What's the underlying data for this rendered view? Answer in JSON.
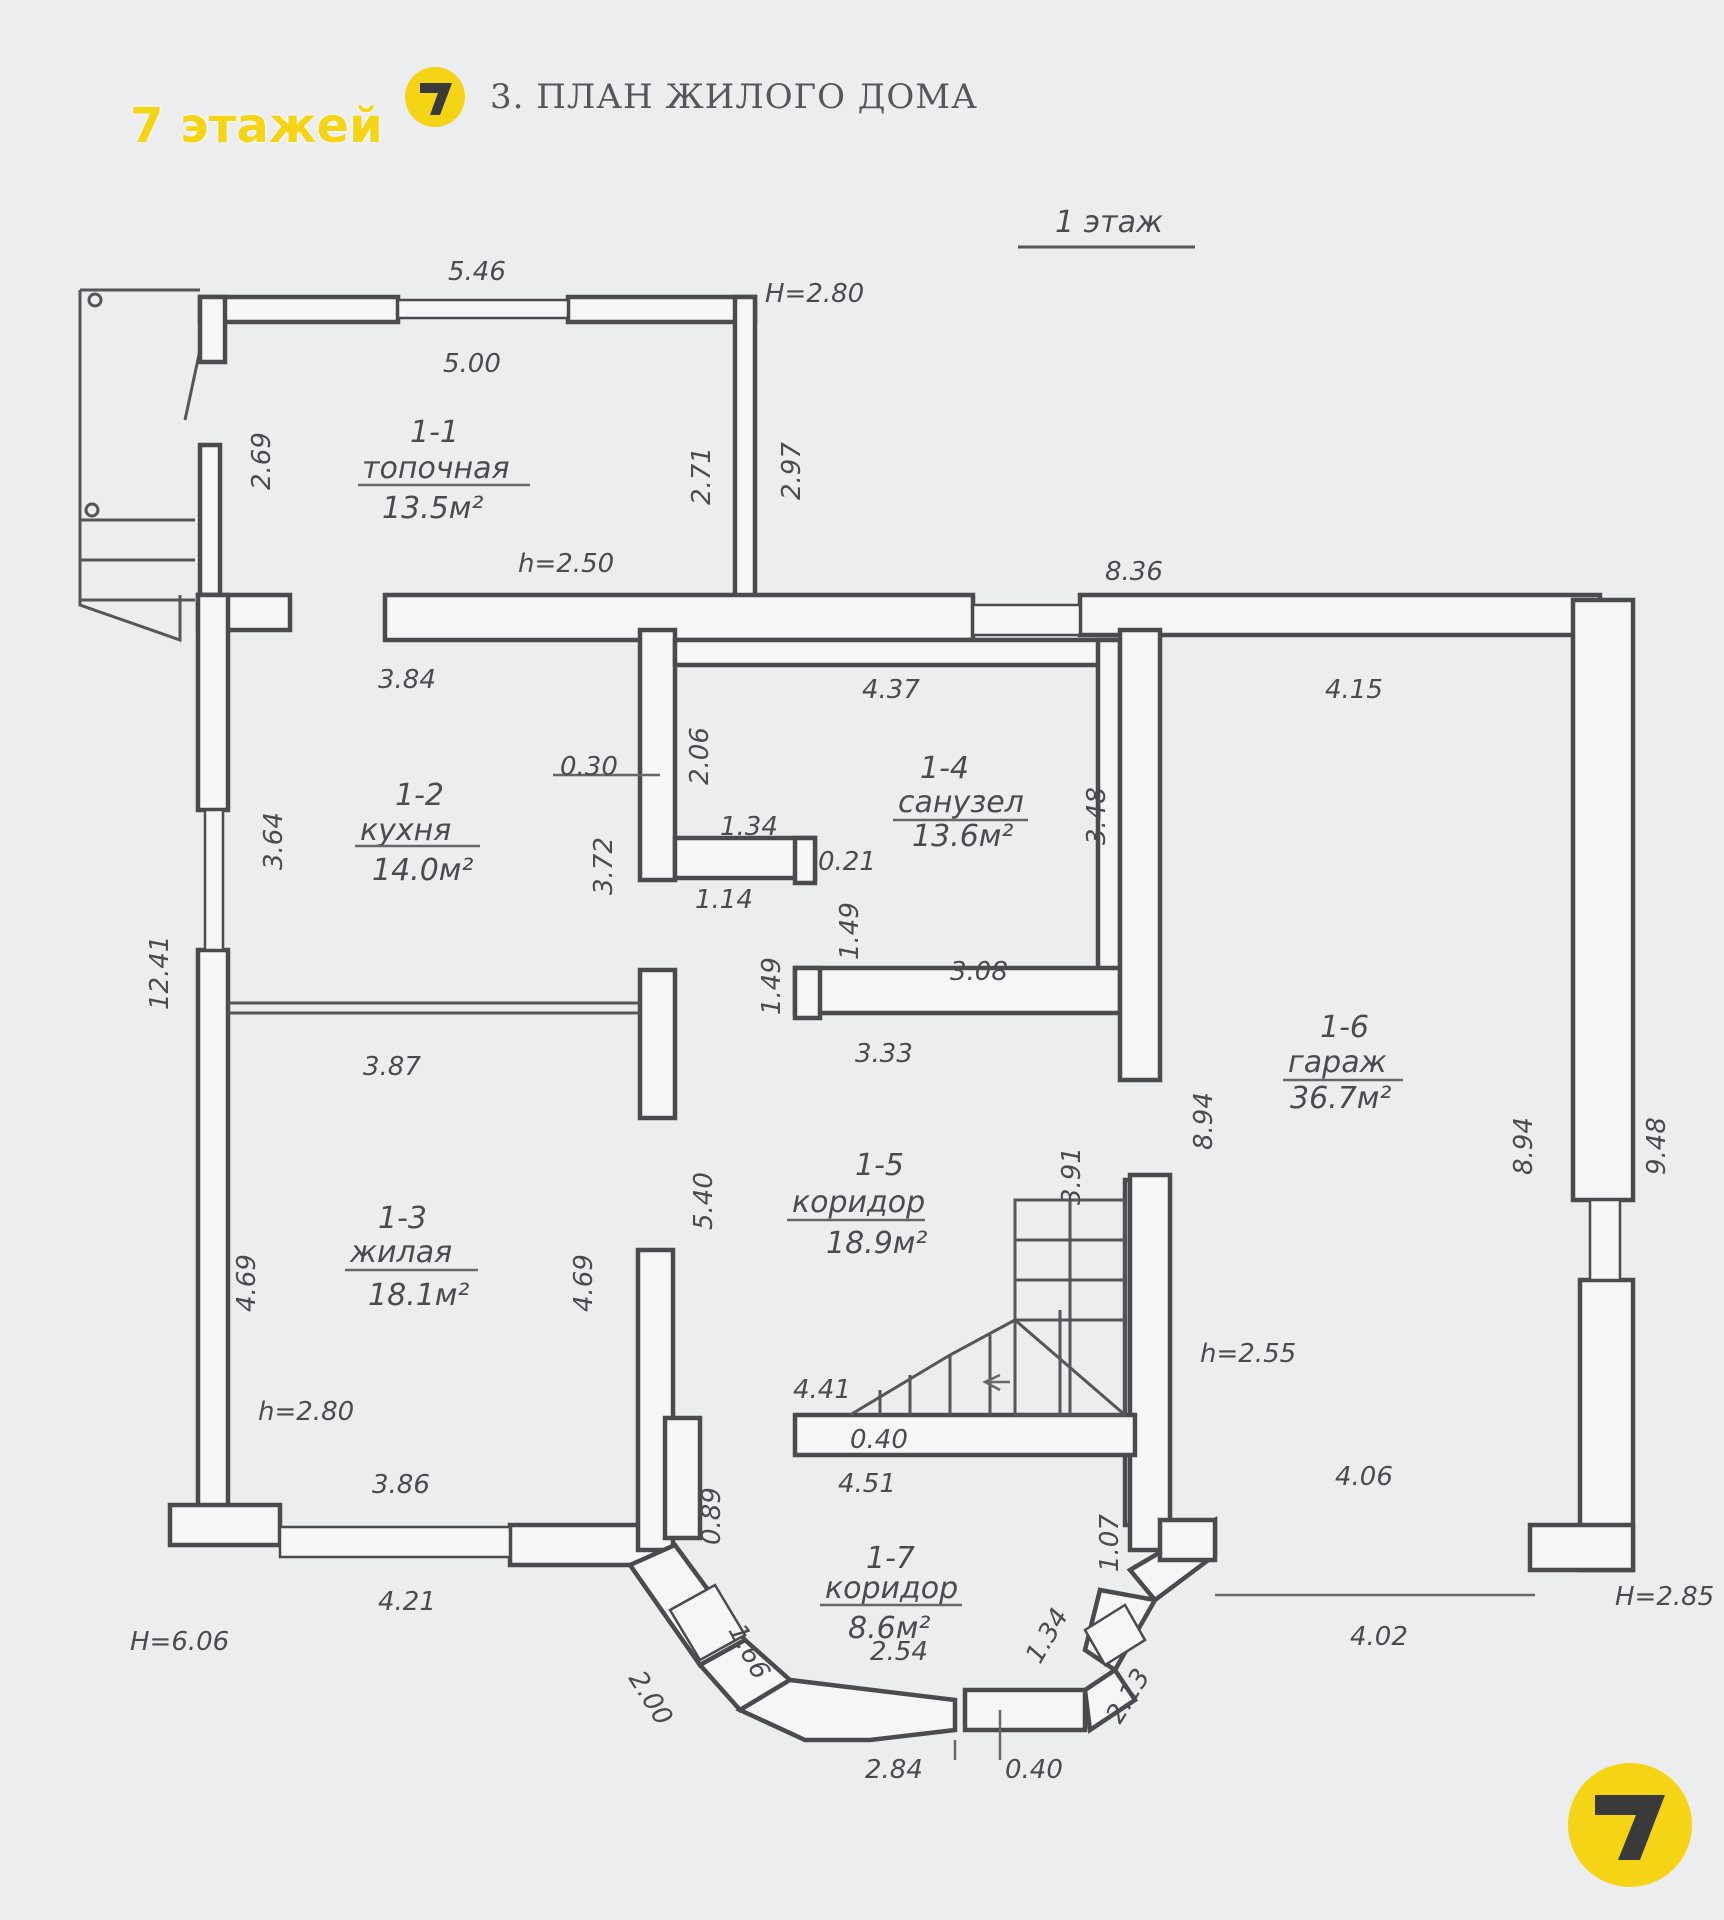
{
  "title": "3. ПЛАН ЖИЛОГО ДОМА",
  "floor": "1 этаж",
  "brand": {
    "text": "7 этажей",
    "logo_glyph": "7",
    "color": "#f4d414"
  },
  "rooms": [
    {
      "id": "1-1",
      "name": "топочная",
      "area": "13.5м²"
    },
    {
      "id": "1-2",
      "name": "кухня",
      "area": "14.0м²"
    },
    {
      "id": "1-3",
      "name": "жилая",
      "area": "18.1м²"
    },
    {
      "id": "1-4",
      "name": "санузел",
      "area": "13.6м²"
    },
    {
      "id": "1-5",
      "name": "коридор",
      "area": "18.9м²"
    },
    {
      "id": "1-6",
      "name": "гараж",
      "area": "36.7м²"
    },
    {
      "id": "1-7",
      "name": "коридор",
      "area": "8.6м²"
    }
  ],
  "heights": {
    "h_top": "H=2.80",
    "h_boiler": "h=2.50",
    "h_living": "h=2.80",
    "h_garage": "h=2.55",
    "h_left": "H=6.06",
    "h_right": "H=2.85"
  },
  "dims": {
    "d546": "5.46",
    "d500": "5.00",
    "d269": "2.69",
    "d271": "2.71",
    "d297": "2.97",
    "d836": "8.36",
    "d384": "3.84",
    "d437": "4.37",
    "d415": "4.15",
    "d030": "0.30",
    "d206": "2.06",
    "d364": "3.64",
    "d372": "3.72",
    "d134a": "1.34",
    "d021": "0.21",
    "d348": "3.48",
    "d114": "1.14",
    "d149a": "1.49",
    "d149b": "1.49",
    "d308": "3.08",
    "d1241": "12.41",
    "d333": "3.33",
    "d387": "3.87",
    "d894a": "8.94",
    "d894b": "8.94",
    "d948": "9.48",
    "d391": "3.91",
    "d540": "5.40",
    "d469a": "4.69",
    "d469b": "4.69",
    "d441": "4.41",
    "d040a": "0.40",
    "d451": "4.51",
    "d406": "4.06",
    "d386": "3.86",
    "d089": "0.89",
    "d107": "1.07",
    "d421": "4.21",
    "d166": "1.66",
    "d254": "2.54",
    "d134b": "1.34",
    "d402": "4.02",
    "d200": "2.00",
    "d213": "2.13",
    "d284": "2.84",
    "d040b": "0.40"
  }
}
